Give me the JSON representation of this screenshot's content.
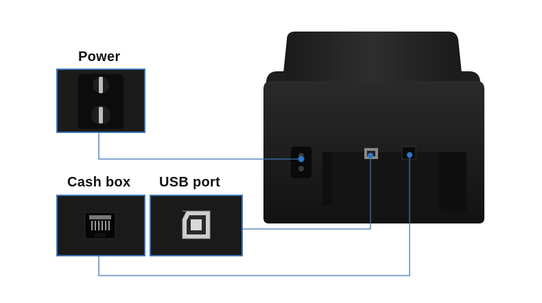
{
  "labels": {
    "power": "Power",
    "cash_box": "Cash box",
    "usb_port": "USB port"
  },
  "colors": {
    "leader_line": "#3a75b8",
    "printer_body": "#1c1c1c",
    "connector_dot": "#2f78c8"
  },
  "icons": {
    "power": "power-socket-icon",
    "cash_box": "rj11-port-icon",
    "usb": "usb-b-port-icon"
  }
}
